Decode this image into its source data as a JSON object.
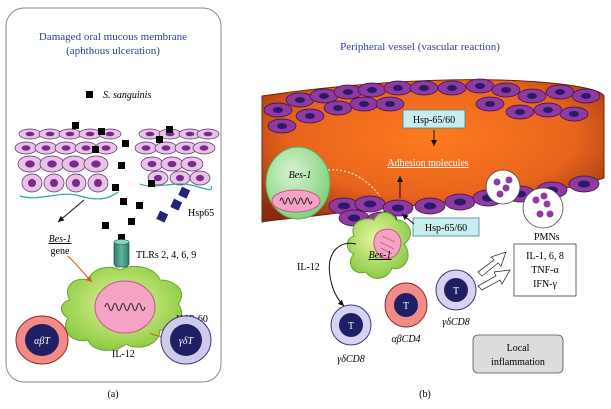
{
  "panel_a": {
    "title_line1": "Damaged oral mucous membrane",
    "title_line2": "(aphthous ulceration)",
    "bacteria_legend": "S. sanguinis",
    "hsp65_label": "Hsp65",
    "bes1_gene_line1": "Bes-1",
    "bes1_gene_line2": "gene",
    "tlr_label": "TLRs 2, 4, 6, 9",
    "hsp60_label": "HSP-60",
    "il12_label": "IL-12",
    "cell_ab_label": "αβT",
    "cell_gd_label": "γδT",
    "caption": "(a)"
  },
  "panel_b": {
    "title": "Peripheral vessel (vascular reaction)",
    "hsp_top": "Hsp-65/60",
    "adhesion": "Adhesion molecules",
    "bes1_vessel": "Bes-1",
    "hsp_bottom": "Hsp-65/60",
    "pmns": "PMNs",
    "il12": "IL-12",
    "bes1_apc": "Bes-1",
    "t_cell_glyph": "T",
    "gd_cd8_left": "γδCD8",
    "ab_cd4": "αβCD4",
    "gd_cd8_right": "γδCD8",
    "cytokine_line1": "IL-1, 6, 8",
    "cytokine_line2": "TNF-α",
    "cytokine_line3": "IFN-γ",
    "local_line1": "Local",
    "local_line2": "inflammation",
    "caption": "(b)"
  },
  "colors": {
    "cell_fill": "#e7c3e6",
    "nucleus": "#7a2a8a",
    "vessel": "#e8641d",
    "vessel_cell": "#8e3aa0",
    "apc_green": "#8ccc3c",
    "pink": "#f28bb0",
    "box_teal": "#c9ecee",
    "navy": "#1f1f66"
  }
}
